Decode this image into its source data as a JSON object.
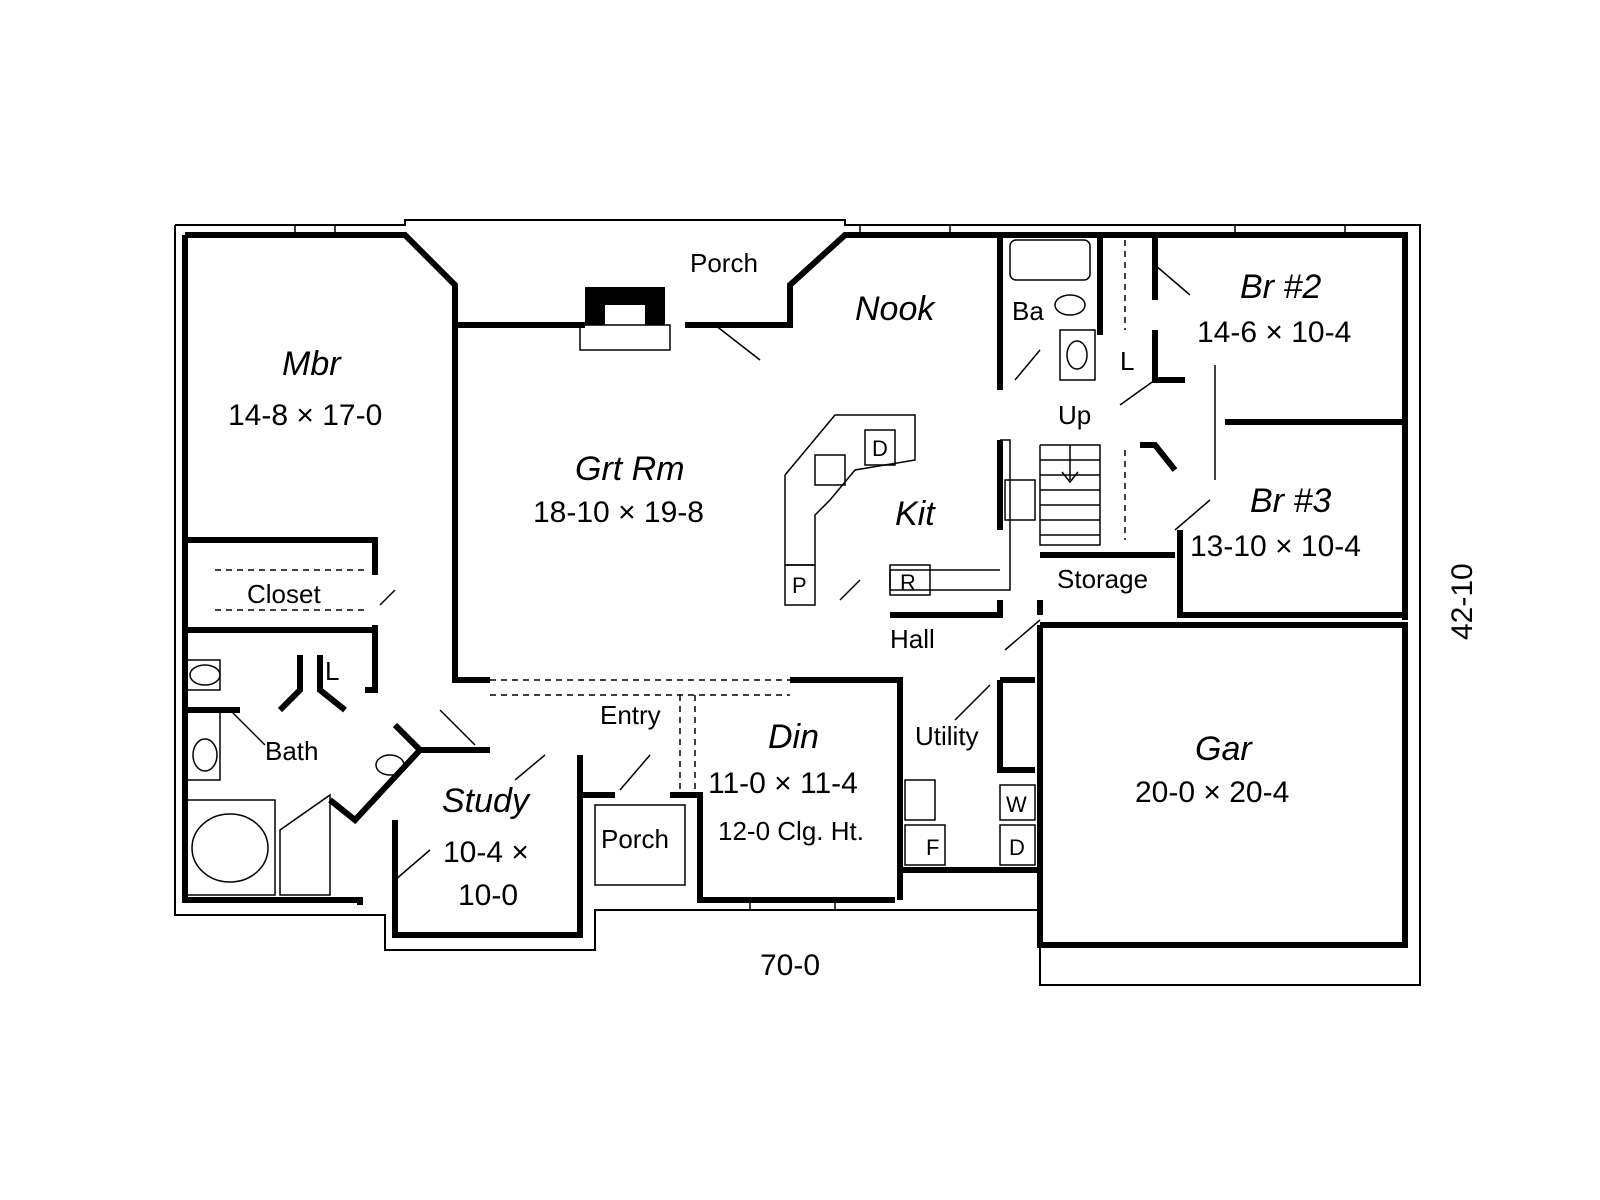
{
  "rooms": {
    "porch_back": "Porch",
    "nook": "Nook",
    "br2_name": "Br #2",
    "br2_size": "14-6 × 10-4",
    "ba": "Ba",
    "linen_upper": "L",
    "mbr_name": "Mbr",
    "mbr_size": "14-8 × 17-0",
    "grt_name": "Grt Rm",
    "grt_size": "18-10 × 19-8",
    "kit": "Kit",
    "dishwasher": "D",
    "pantry": "P",
    "refrigerator": "R",
    "up": "Up",
    "br3_name": "Br #3",
    "br3_size": "13-10 × 10-4",
    "storage": "Storage",
    "closet": "Closet",
    "hall": "Hall",
    "linen_lower": "L",
    "bath": "Bath",
    "entry": "Entry",
    "din_name": "Din",
    "din_size": "11-0 × 11-4",
    "din_ceiling": "12-0 Clg. Ht.",
    "utility": "Utility",
    "washer": "W",
    "dryer": "D",
    "freezer": "F",
    "gar_name": "Gar",
    "gar_size": "20-0 × 20-4",
    "study_name": "Study",
    "study_size_1": "10-4 ×",
    "study_size_2": "10-0",
    "porch_front": "Porch"
  },
  "dimensions": {
    "width": "70-0",
    "depth": "42-10"
  }
}
